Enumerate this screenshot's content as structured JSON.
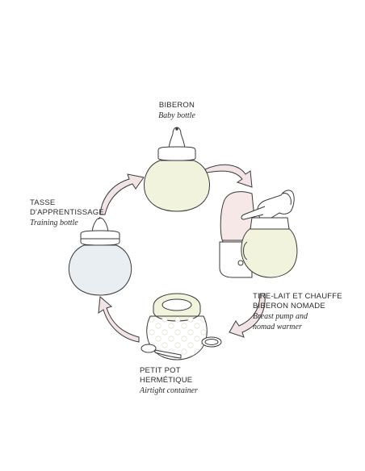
{
  "colors": {
    "background": "#ffffff",
    "outline": "#3a3a3a",
    "bottle_cream": "#f2f3dc",
    "cup_blue": "#e9eef2",
    "warmer_pink": "#f6e8e6",
    "arrow_fill": "#f2e4e4",
    "arrow_stroke": "#3a3a3a"
  },
  "steps": [
    {
      "title": "BIBERON",
      "subtitle": "Baby bottle"
    },
    {
      "title_line1": "TIRE-LAIT ET CHAUFFE",
      "title_line2": "BIBERON NOMADE",
      "subtitle_line1": "Breast pump and",
      "subtitle_line2": "nomad warmer"
    },
    {
      "title_line1": "PETIT POT",
      "title_line2": "HERMÉTIQUE",
      "subtitle": "Airtight container"
    },
    {
      "title_line1": "TASSE",
      "title_line2": "D'APPRENTISSAGE",
      "subtitle": "Training bottle"
    }
  ]
}
